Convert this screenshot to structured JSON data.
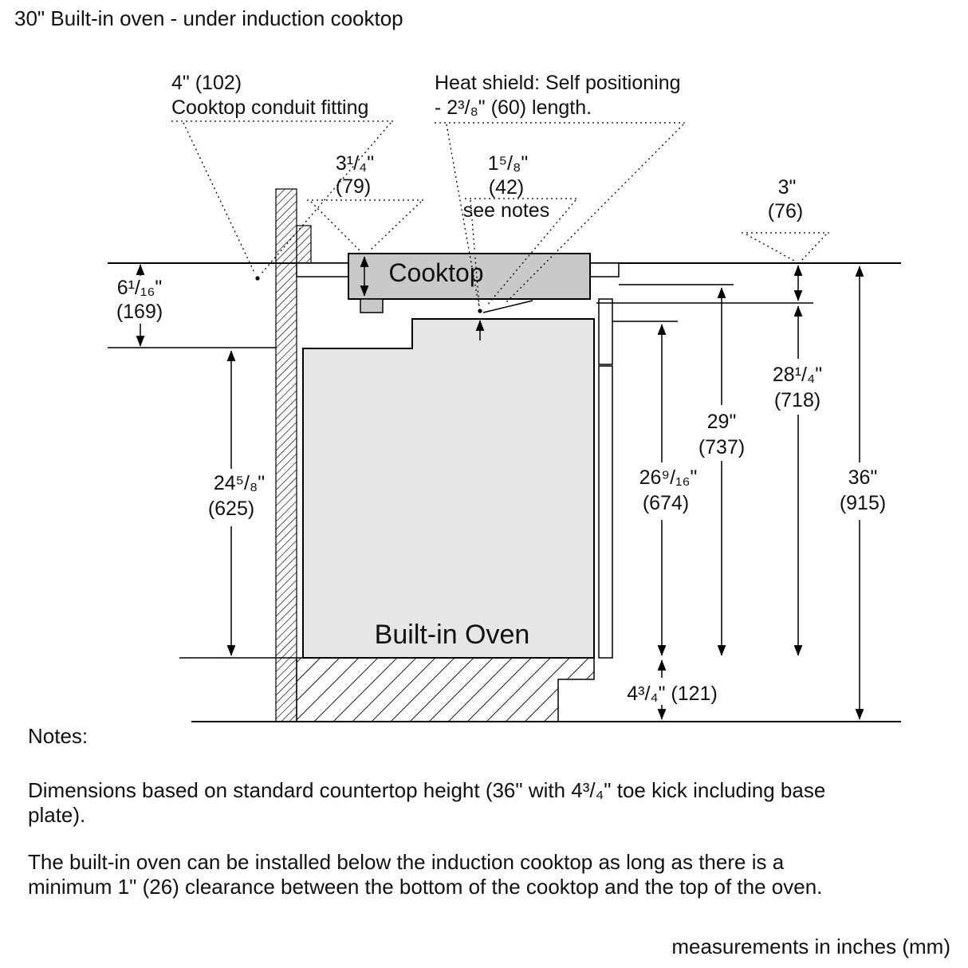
{
  "title": "30\" Built-in oven - under induction cooktop",
  "diagram": {
    "callouts": {
      "conduit_line1": "4\" (102)",
      "conduit_line2": "Cooktop conduit fitting",
      "heat_shield_line1": "Heat shield: Self positioning",
      "heat_shield_line2": "- 2³/₈\" (60) length."
    },
    "components": {
      "cooktop": "Cooktop",
      "oven": "Built-in Oven"
    },
    "dimensions": {
      "cooktop_height_in": "3¹/₄\"",
      "cooktop_height_mm": "(79)",
      "heat_shield_gap_in": "1⁵/₈\"",
      "heat_shield_gap_mm": "(42)",
      "heat_shield_gap_note": "see notes",
      "countertop_overhang_in": "3\"",
      "countertop_overhang_mm": "(76)",
      "counter_to_oven_in": "6¹/₁₆\"",
      "counter_to_oven_mm": "(169)",
      "oven_height_in": "24⁵/₈\"",
      "oven_height_mm": "(625)",
      "dim_28_in": "28¹/₄\"",
      "dim_28_mm": "(718)",
      "dim_29_in": "29\"",
      "dim_29_mm": "(737)",
      "dim_26_in": "26⁹/₁₆\"",
      "dim_26_mm": "(674)",
      "total_height_in": "36\"",
      "total_height_mm": "(915)",
      "toe_kick": "4³/₄\" (121)"
    }
  },
  "notes": {
    "heading": "Notes:",
    "paragraph1": "Dimensions based on standard countertop height (36\" with 4³/₄\" toe kick including base plate).",
    "paragraph2": "The built-in oven can be installed below the induction cooktop as long as there is a minimum 1\" (26) clearance between the bottom of the cooktop and the top of the oven."
  },
  "footer": "measurements in inches (mm)"
}
